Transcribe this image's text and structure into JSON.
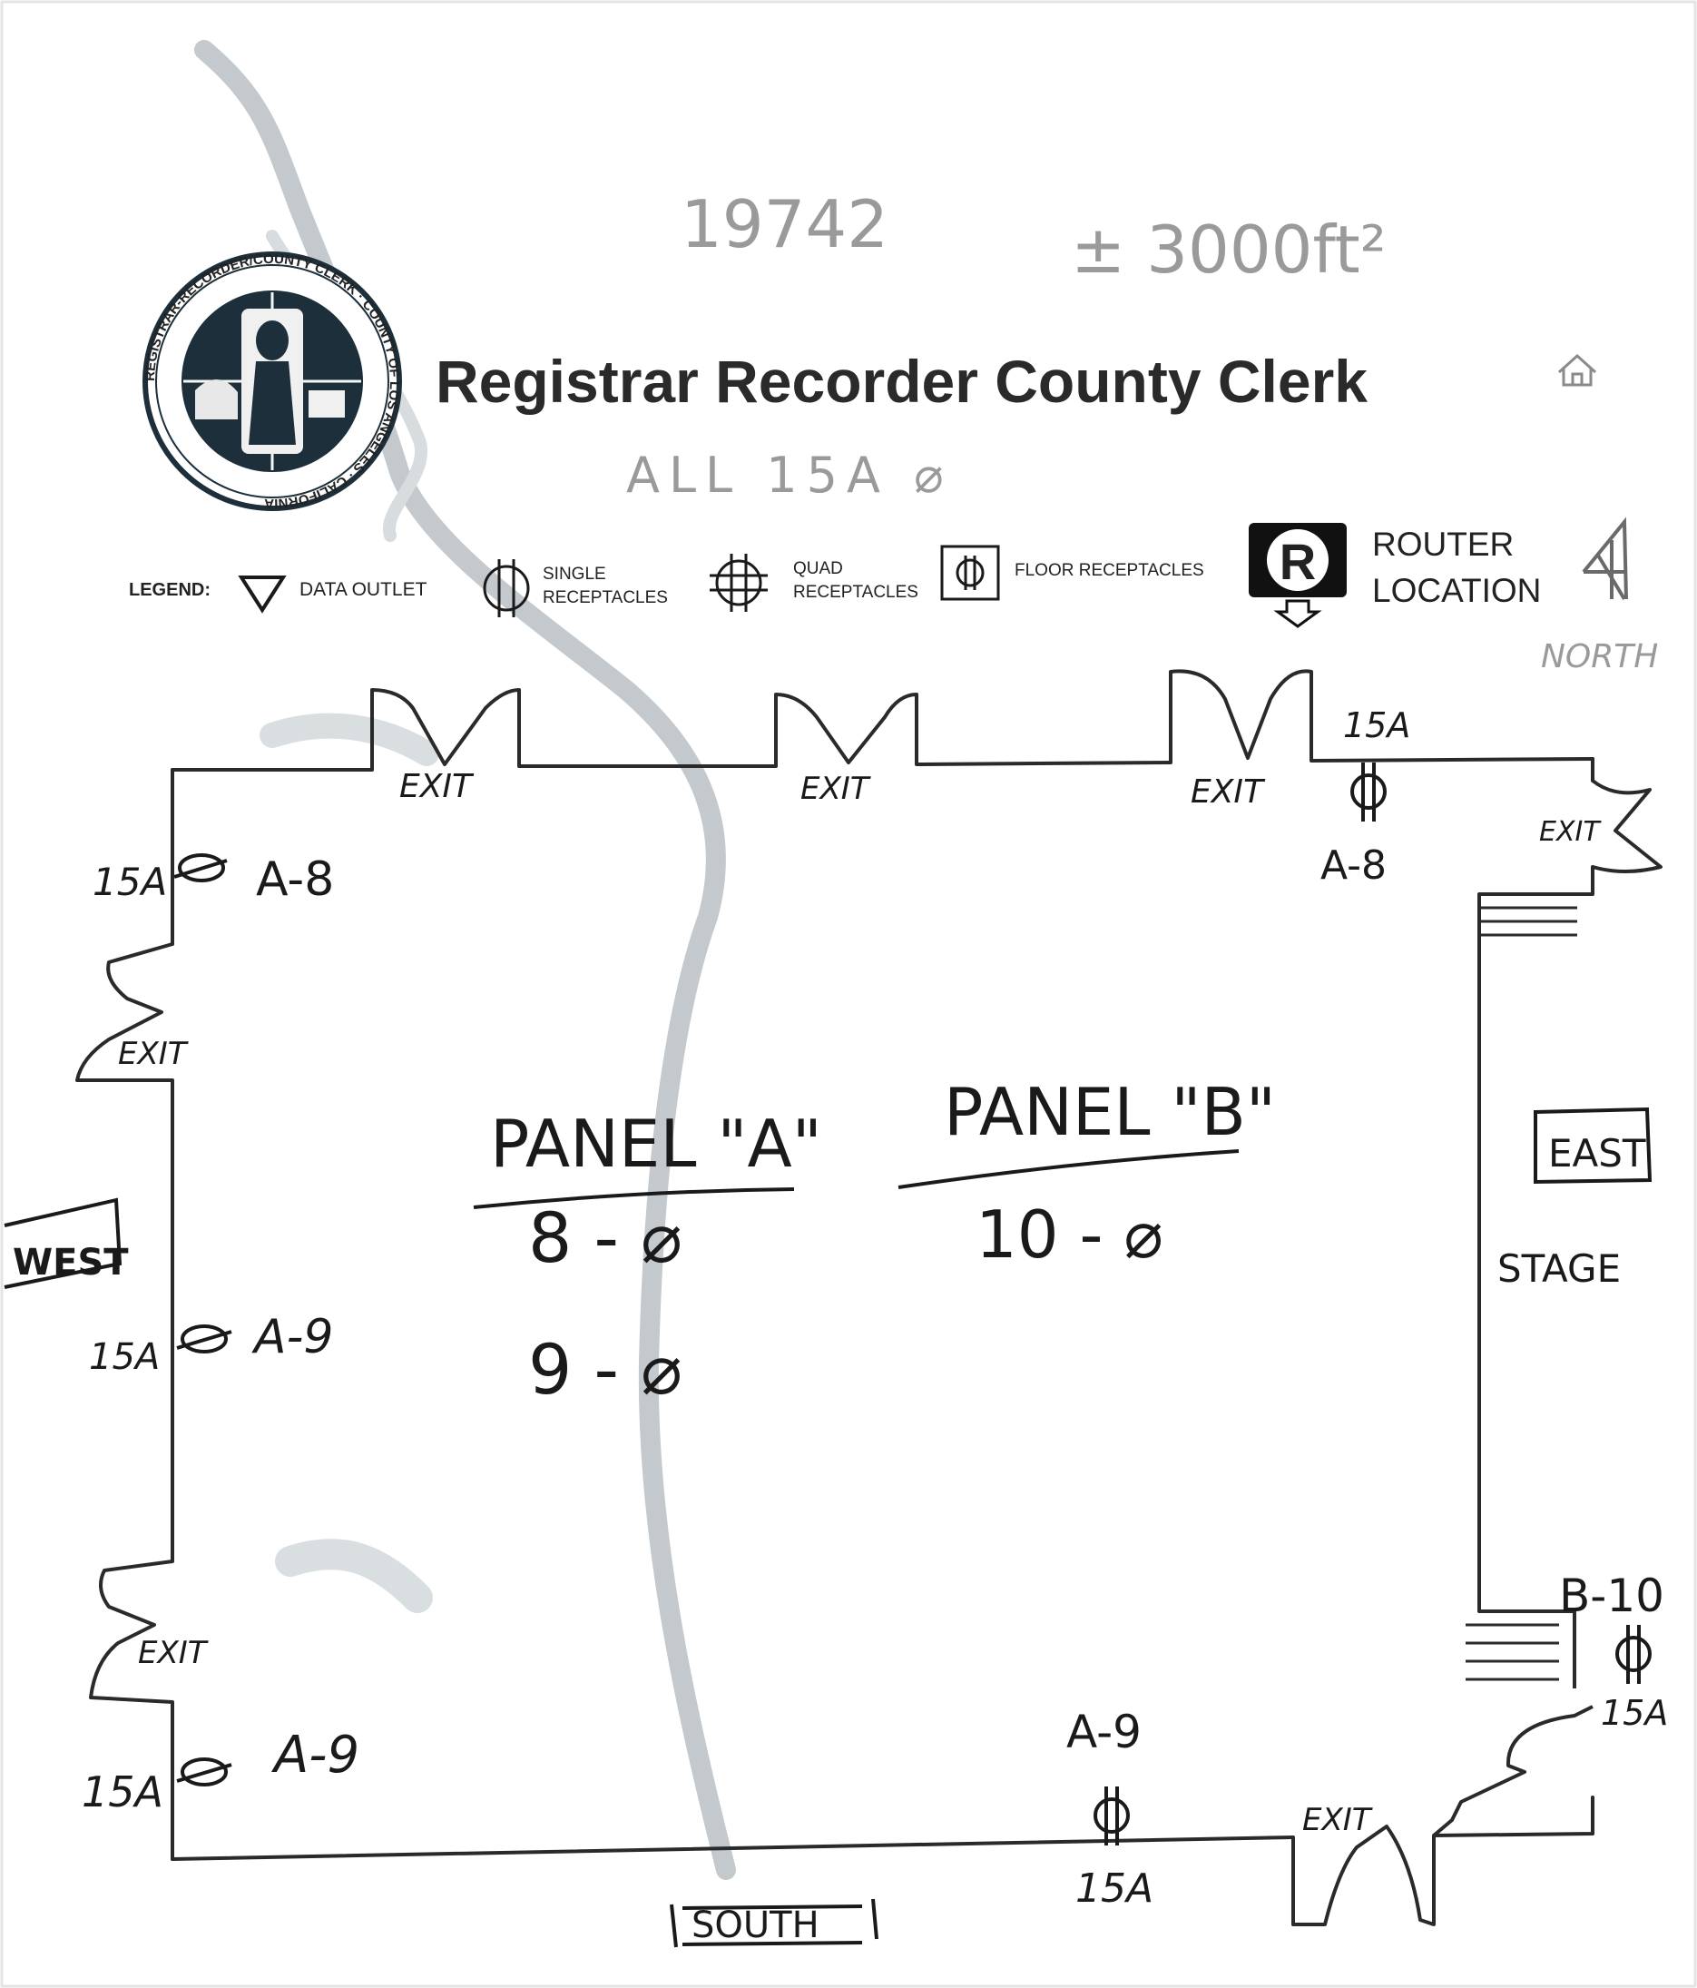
{
  "header": {
    "title": "Registrar Recorder County Clerk",
    "seal_text": "REGISTRAR-RECORDER/COUNTY CLERK · COUNTY OF LOS ANGELES · CALIFORNIA",
    "home_icon": "home-icon"
  },
  "pencil_notes": {
    "number": "19742",
    "area": "± 3000ft²",
    "circuit_note": "ALL 15A ⌀"
  },
  "legend": {
    "label": "LEGEND:",
    "data_outlet": "DATA OUTLET",
    "single_receptacles_1": "SINGLE",
    "single_receptacles_2": "RECEPTACLES",
    "quad_receptacles_1": "QUAD",
    "quad_receptacles_2": "RECEPTACLES",
    "floor_receptacles": "FLOOR RECEPTACLES",
    "router_symbol": "R",
    "router_location_1": "ROUTER",
    "router_location_2": "LOCATION",
    "north": "NORTH"
  },
  "plan": {
    "exit": "EXIT",
    "west": "WEST",
    "east": "EAST",
    "south": "SOUTH",
    "stage": "STAGE",
    "panel_a": "PANEL \"A\"",
    "panel_a_1": "8 - ⌀",
    "panel_a_2": "9 - ⌀",
    "panel_b": "PANEL \"B\"",
    "panel_b_1": "10 - ⌀",
    "amp": "15A",
    "c_a8": "A-8",
    "c_a9": "A-9",
    "c_b10": "B-10"
  },
  "colors": {
    "ink": "#1a1a1a",
    "pencil": "#9a9a9a",
    "smudge": "#c3c9cc"
  }
}
